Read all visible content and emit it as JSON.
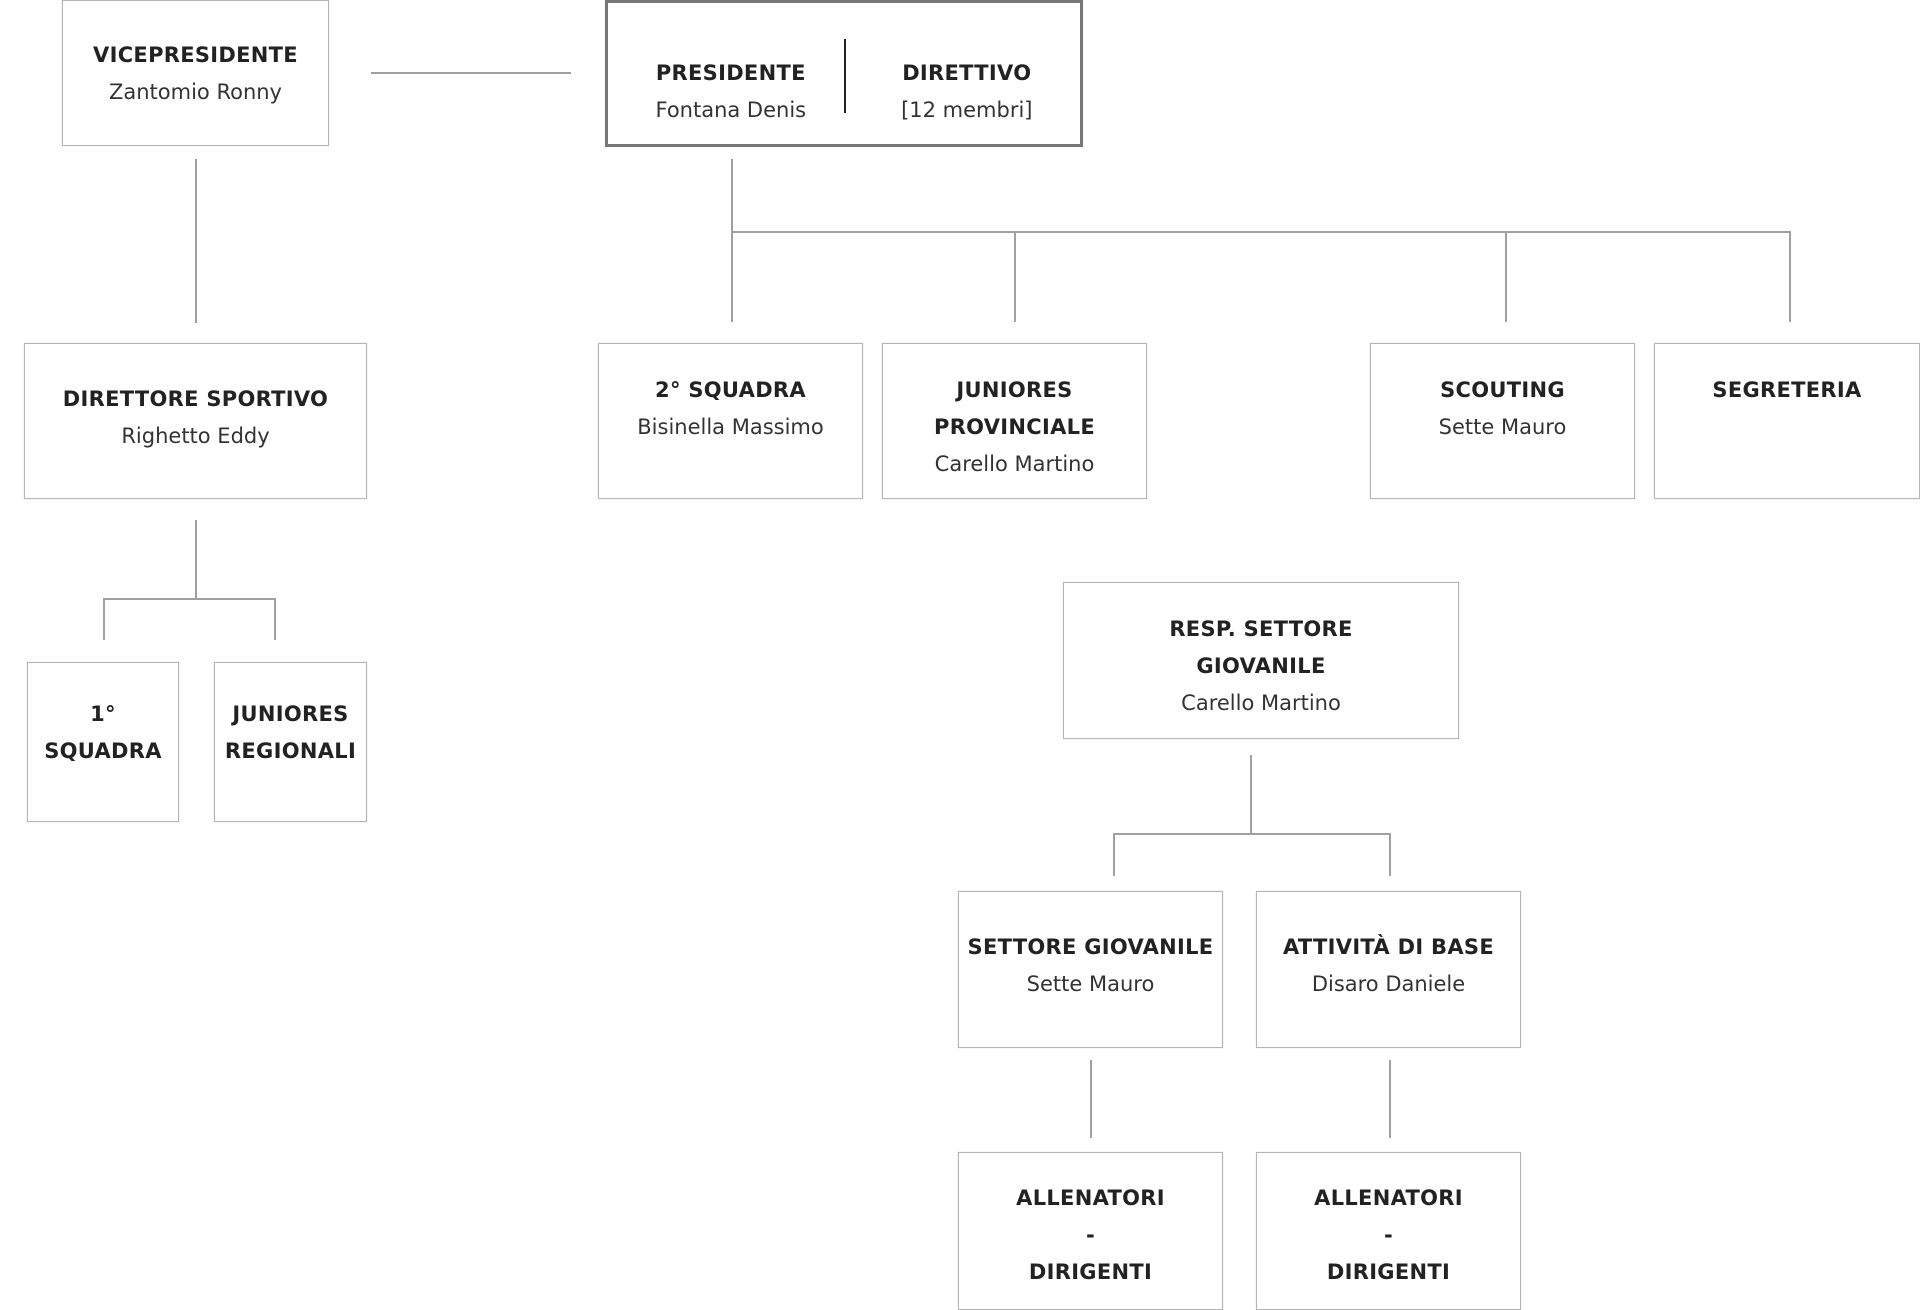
{
  "vicepresidente": {
    "title": "VICEPRESIDENTE",
    "name": "Zantomio Ronny"
  },
  "presidente": {
    "title": "PRESIDENTE",
    "name": "Fontana Denis"
  },
  "direttivo": {
    "title": "DIRETTIVO",
    "members": "[12 membri]"
  },
  "direttore_sportivo": {
    "title": "DIRETTORE SPORTIVO",
    "name": "Righetto Eddy"
  },
  "prima_squadra": {
    "title_1": "1°",
    "title_2": "SQUADRA"
  },
  "juniores_regionali": {
    "title_1": "JUNIORES",
    "title_2": "REGIONALI"
  },
  "seconda_squadra": {
    "title": "2° SQUADRA",
    "name": "Bisinella Massimo"
  },
  "juniores_provinciale": {
    "title_1": "JUNIORES",
    "title_2": "PROVINCIALE",
    "name": "Carello Martino"
  },
  "scouting": {
    "title": "SCOUTING",
    "name": "Sette Mauro"
  },
  "segreteria": {
    "title": "SEGRETERIA"
  },
  "resp_settore_giovanile": {
    "title_1": "RESP. SETTORE",
    "title_2": "GIOVANILE",
    "name": "Carello Martino"
  },
  "settore_giovanile": {
    "title": "SETTORE GIOVANILE",
    "name": "Sette Mauro"
  },
  "attivita_di_base": {
    "title": "ATTIVITÀ DI BASE",
    "name": "Disaro Daniele"
  },
  "allenatori_sg": {
    "line_1": "ALLENATORI",
    "line_2": "-",
    "line_3": "DIRIGENTI"
  },
  "allenatori_ab": {
    "line_1": "ALLENATORI",
    "line_2": "-",
    "line_3": "DIRIGENTI"
  }
}
